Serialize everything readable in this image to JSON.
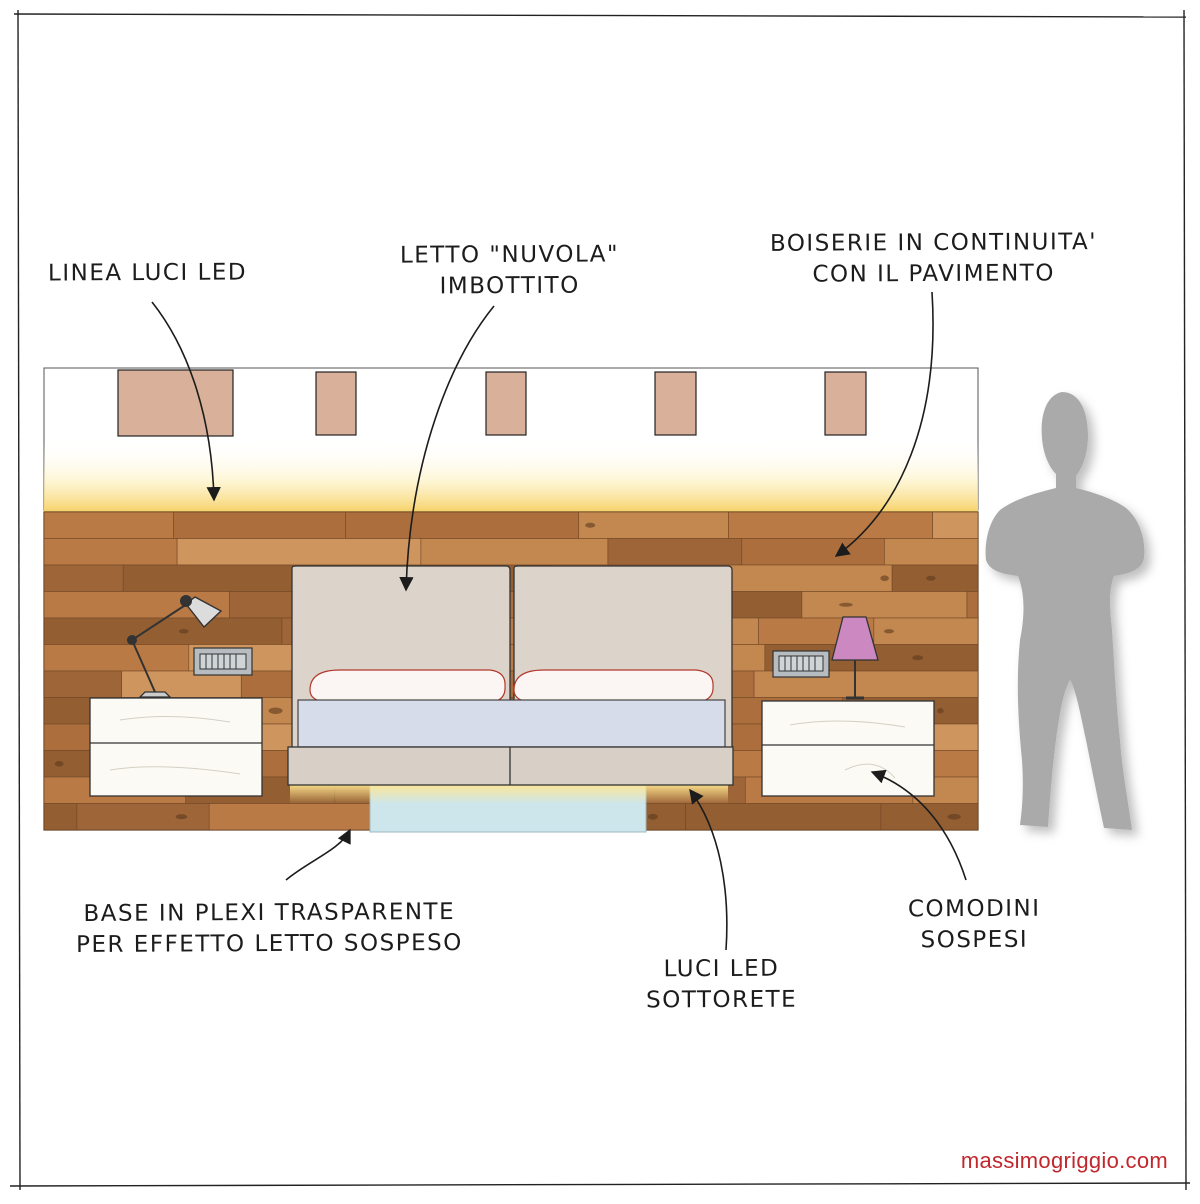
{
  "labels": {
    "linea_luci_led": "LINEA LUCI LED",
    "letto_line1": "LETTO \"NUVOLA\"",
    "letto_line2": "IMBOTTITO",
    "boiserie_line1": "BOISERIE IN CONTINUITA'",
    "boiserie_line2": "CON IL PAVIMENTO",
    "base_line1": "BASE IN PLEXI TRASPARENTE",
    "base_line2": "PER EFFETTO LETTO SOSPESO",
    "luci_line1": "LUCI LED",
    "luci_line2": "SOTTORETE",
    "comodini_line1": "COMODINI",
    "comodini_line2": "SOSPESI"
  },
  "credit": "massimogriggio.com",
  "colors": {
    "wood": "#b97a45",
    "wood_dark": "#8e5a30",
    "wood_light": "#d29a63",
    "headboard": "#dcd3cb",
    "mattress": "#d7dcea",
    "plexi": "#cde6ec",
    "led_glow": "#fbe39a",
    "window": "#d9b09a",
    "silhouette": "#aaaaaa",
    "lamp_pink": "#cc88c0",
    "credit": "#c2272d"
  },
  "icons": [
    "desk-lamp-icon",
    "table-lamp-icon",
    "wall-switch-icon",
    "person-silhouette-icon"
  ]
}
